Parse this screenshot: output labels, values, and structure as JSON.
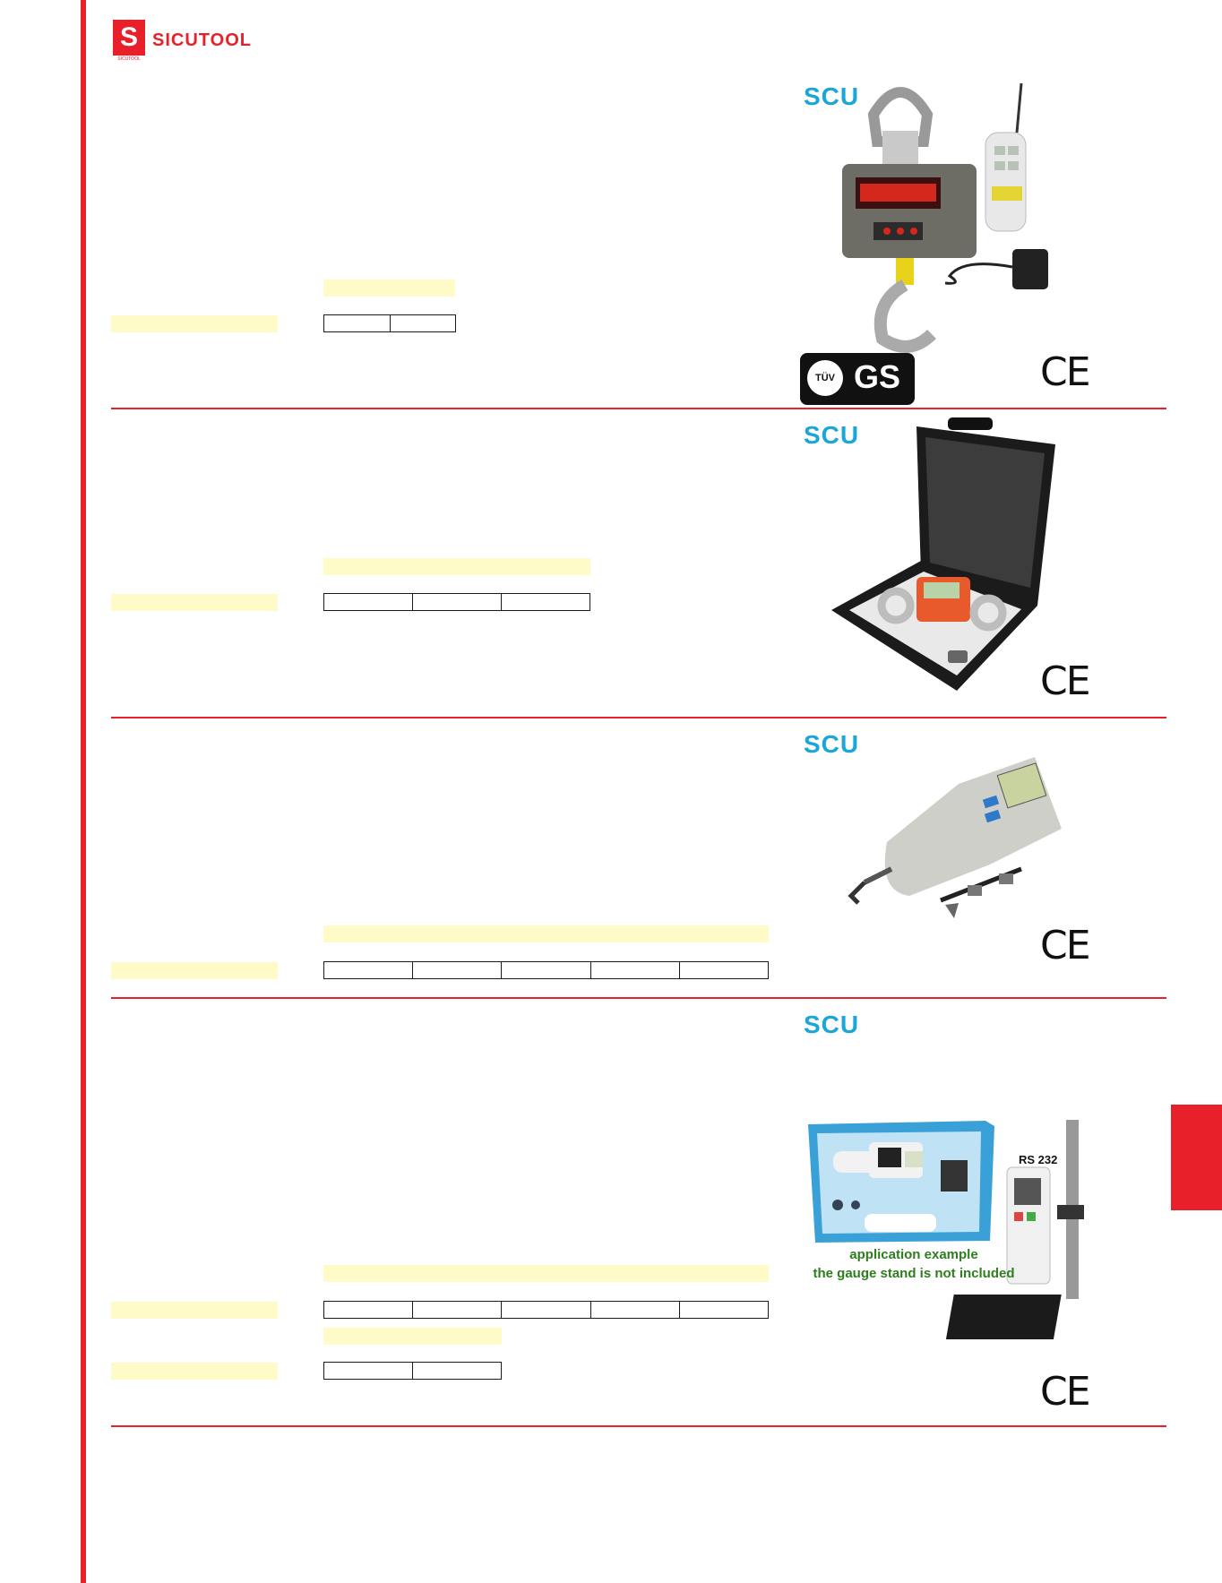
{
  "brand": {
    "logo_mark": "S",
    "name": "SICUTOOL",
    "sub": "SICUTOOL"
  },
  "accent_color": "#e8202a",
  "highlight_color": "#fffbc9",
  "sections": [
    {
      "scu_logo": "SCU",
      "certifications": "TÜV GS",
      "ce_mark": "CE",
      "icon": "crane-scale-icon"
    },
    {
      "scu_logo": "SCU",
      "ce_mark": "CE",
      "icon": "case-dynamometer-icon"
    },
    {
      "scu_logo": "SCU",
      "ce_mark": "CE",
      "icon": "force-gauge-icon"
    },
    {
      "scu_logo": "SCU",
      "ce_mark": "CE",
      "icon": "digital-force-gauge-kit-icon",
      "photo_label": "RS 232",
      "caption_line1": "application example",
      "caption_line2": "the gauge stand is not included"
    }
  ]
}
